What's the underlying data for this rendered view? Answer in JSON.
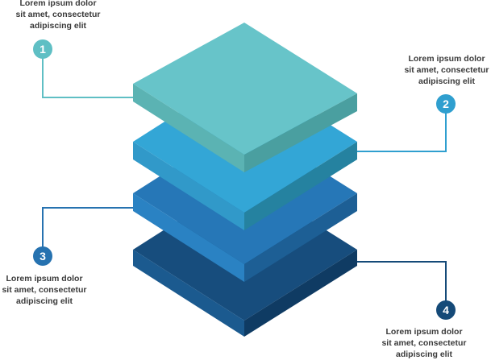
{
  "steps": [
    {
      "number": "1",
      "color": "#5fbfc4",
      "lines": [
        "Lorem ipsum dolor",
        "sit amet, consectetur",
        "adipiscing elit"
      ]
    },
    {
      "number": "2",
      "color": "#2f9fcf",
      "lines": [
        "Lorem ipsum dolor",
        "sit amet, consectetur",
        "adipiscing elit"
      ]
    },
    {
      "number": "3",
      "color": "#2672b0",
      "lines": [
        "Lorem ipsum dolor",
        "sit amet, consectetur",
        "adipiscing elit"
      ]
    },
    {
      "number": "4",
      "color": "#154a78",
      "lines": [
        "Lorem ipsum dolor",
        "sit amet, consectetur",
        "adipiscing elit"
      ]
    }
  ]
}
